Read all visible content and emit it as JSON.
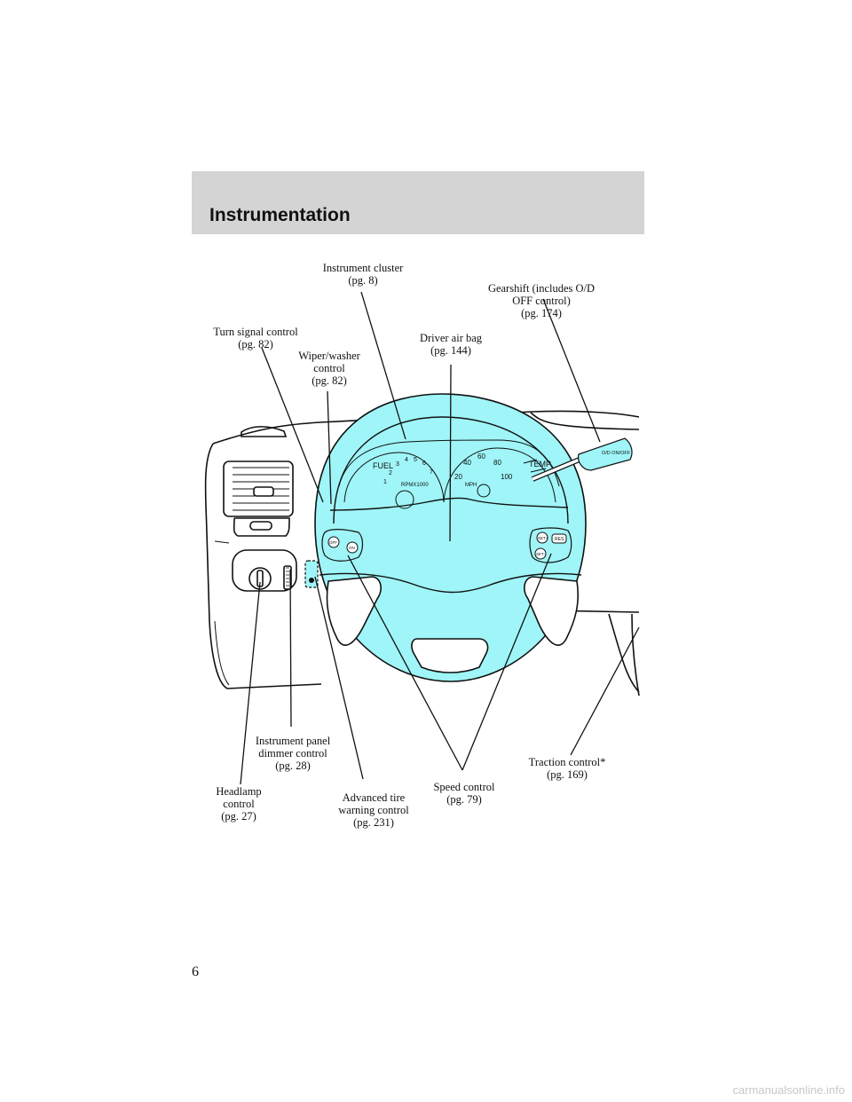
{
  "header": {
    "section_title": "Instrumentation"
  },
  "labels": {
    "turn_signal": "Turn signal control\n(pg. 82)",
    "wiper": "Wiper/washer\ncontrol\n(pg. 82)",
    "instrument_cluster": "Instrument cluster\n(pg. 8)",
    "driver_air_bag": "Driver air bag\n(pg. 144)",
    "gearshift": "Gearshift (includes O/D\nOFF control)\n(pg. 174)",
    "dimmer": "Instrument panel\ndimmer control\n(pg. 28)",
    "headlamp": "Headlamp\ncontrol\n(pg. 27)",
    "tire_warning": "Advanced tire\nwarning control\n(pg. 231)",
    "speed_control": "Speed control\n(pg. 79)",
    "traction": "Traction control*\n(pg. 169)"
  },
  "gauge_text": {
    "tach_unit": "RPMX1000",
    "speedo_unit": "MPH",
    "fuel": "FUEL",
    "temp": "TEMP",
    "tach_numbers": [
      "1",
      "2",
      "3",
      "4",
      "5",
      "6",
      "7"
    ],
    "speedo_numbers": [
      "20",
      "40",
      "60",
      "80",
      "100"
    ],
    "od_button": "O/D\nON/OFF"
  },
  "wheel_buttons": {
    "off": "OFF",
    "on": "ON",
    "set_up": "SET+",
    "set_down": "SET-",
    "res": "RES"
  },
  "colors": {
    "highlight_cyan": "#9ff5f7",
    "header_gray": "#d4d4d4"
  },
  "page_number": "6",
  "watermark": "carmanualsonline.info"
}
